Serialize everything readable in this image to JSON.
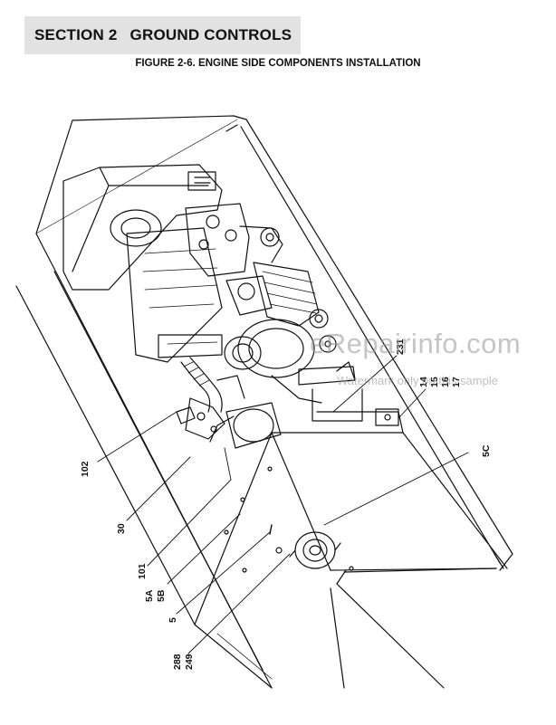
{
  "header": {
    "section_number": "SECTION 2",
    "section_name": "GROUND CONTROLS"
  },
  "figure": {
    "title": "FIGURE 2-6. ENGINE SIDE COMPONENTS INSTALLATION"
  },
  "callouts": {
    "c231": "231",
    "c14": "14",
    "c15": "15",
    "c16": "16",
    "c17": "17",
    "c5c": "5C",
    "c102": "102",
    "c30": "30",
    "c101": "101",
    "c5a": "5A",
    "c5b": "5B",
    "c5": "5",
    "c288": "288",
    "c249": "249"
  },
  "watermark": {
    "brand": "eRepairinfo.com",
    "note": "Watermark only on this sample"
  }
}
